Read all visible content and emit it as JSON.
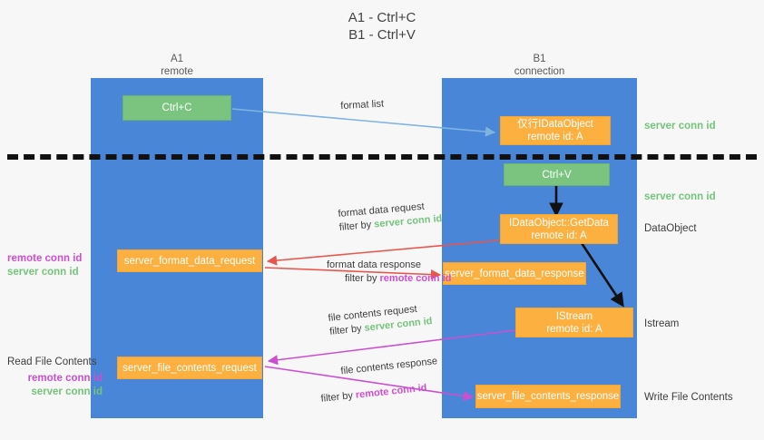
{
  "title": {
    "line1": "A1 - Ctrl+C",
    "line2": "B1 - Ctrl+V"
  },
  "columns": [
    {
      "name": "A1",
      "sub": "remote"
    },
    {
      "name": "B1",
      "sub": "connection"
    }
  ],
  "colors": {
    "lane": "#4a86d8",
    "green_box": "#7ac47f",
    "orange_box": "#fbb040",
    "server_conn_id": "#74c47c",
    "remote_conn_id": "#cc4fd0",
    "arrow_blue": "#7fb3e0",
    "arrow_red": "#e8554d",
    "arrow_magenta": "#cc4fd0",
    "arrow_black": "#111111"
  },
  "boxes": {
    "ctrl_c": {
      "line1": "Ctrl+C"
    },
    "ctrl_v": {
      "line1": "Ctrl+V"
    },
    "idataobject": {
      "line1": "仅行IDataObject",
      "line2": "remote id: A"
    },
    "getdata": {
      "line1": "IDataObject::GetData",
      "line2": "remote id: A"
    },
    "istream": {
      "line1": "IStream",
      "line2": "remote id: A"
    },
    "server_format_data_request": {
      "line1": "server_format_data_request"
    },
    "server_format_data_response": {
      "line1": "server_format_data_response"
    },
    "server_file_contents_request": {
      "line1": "server_file_contents_request"
    },
    "server_file_contents_response": {
      "line1": "server_file_contents_response"
    }
  },
  "edge_labels": {
    "format_list": "format list",
    "format_data_request": "format data request",
    "format_data_request_filter_prefix": "filter by ",
    "format_data_request_filter_key": "server conn id",
    "format_data_response": "format data response",
    "format_data_response_filter_prefix": "filter by ",
    "format_data_response_filter_key": "remote conn id",
    "file_contents_request": "file contents request",
    "file_contents_request_filter_prefix": "filter by ",
    "file_contents_request_filter_key": "server conn id",
    "file_contents_response": "file contents response",
    "file_contents_response_filter_prefix": "filter by ",
    "file_contents_response_filter_key": "remote conn id"
  },
  "right_labels": {
    "server_conn_id_top": "server conn id",
    "server_conn_id_mid": "server conn id",
    "dataobject": "DataObject",
    "istream": "Istream",
    "write_file_contents": "Write File Contents"
  },
  "left_labels": {
    "remote_conn_id_1": "remote conn id",
    "server_conn_id_1": "server conn id",
    "read_file_contents": "Read File Contents",
    "remote_conn_id_2": "remote conn id",
    "server_conn_id_2": "server conn id"
  }
}
